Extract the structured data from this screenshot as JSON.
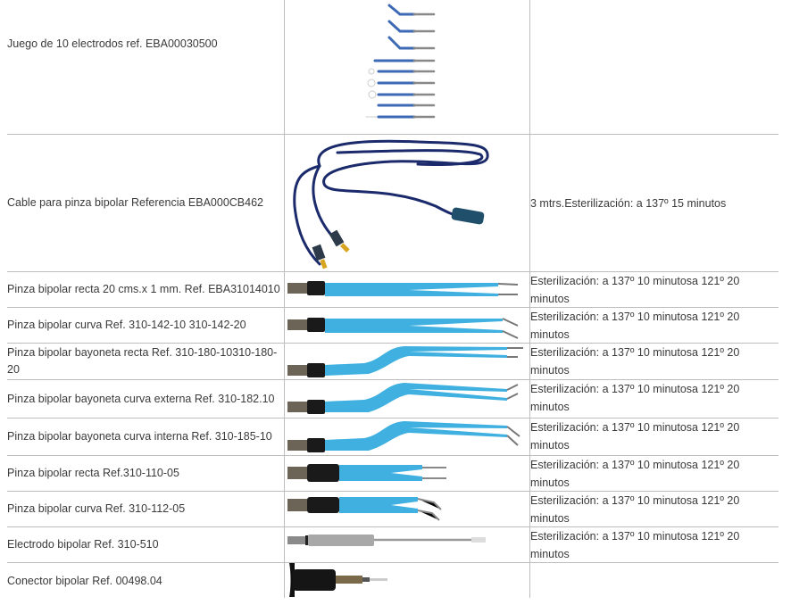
{
  "table": {
    "rows": [
      {
        "product": "Juego de 10 electrodos ref. EBA00030500",
        "image": "electrode-set-icon",
        "notes": ""
      },
      {
        "product": "Cable para pinza bipolar Referencia EBA000CB462",
        "image": "bipolar-cable-icon",
        "notes": "3 mtrs.Esterilización: a 137º 15 minutos"
      },
      {
        "product": "Pinza bipolar recta 20 cms.x 1 mm. Ref. EBA31014010",
        "image": "straight-forceps-icon",
        "notes": "Esterilización: a 137º  10 minutosa 121º 20 minutos"
      },
      {
        "product": "Pinza bipolar curva Ref. 310-142-10 310-142-20",
        "image": "curved-forceps-icon",
        "notes": "Esterilización: a 137º  10 minutosa 121º 20 minutos"
      },
      {
        "product": "Pinza bipolar bayoneta recta Ref. 310-180-10310-180-20",
        "image": "bayonet-straight-forceps-icon",
        "notes": "Esterilización: a 137º  10 minutosa 121º 20 minutos"
      },
      {
        "product": "Pinza bipolar bayoneta curva externa Ref. 310-182.10",
        "image": "bayonet-curved-external-forceps-icon",
        "notes": "Esterilización: a 137º  10 minutosa 121º 20 minutos"
      },
      {
        "product": "Pinza bipolar bayoneta curva interna Ref. 310-185-10",
        "image": "bayonet-curved-internal-forceps-icon",
        "notes": "Esterilización: a 137º  10 minutosa 121º 20 minutos"
      },
      {
        "product": "Pinza bipolar recta Ref.310-110-05",
        "image": "short-straight-forceps-icon",
        "notes": "Esterilización: a 137º  10 minutosa 121º 20 minutos"
      },
      {
        "product": "Pinza bipolar curva Ref. 310-112-05",
        "image": "short-curved-forceps-icon",
        "notes": "Esterilización: a 137º  10 minutosa 121º 20 minutos"
      },
      {
        "product": "Electrodo bipolar Ref. 310-510",
        "image": "bipolar-electrode-icon",
        "notes": "Esterilización: a 137º  10 minutosa 121º 20 minutos"
      },
      {
        "product": "Conector bipolar Ref. 00498.04",
        "image": "bipolar-connector-icon",
        "notes": ""
      }
    ]
  },
  "colors": {
    "forceps_blue": "#3fb0e0",
    "cable_navy": "#1b2a6b",
    "electrode_blue": "#3e69b4",
    "grid_line": "#bdbdbd",
    "text": "#3a3a3a"
  }
}
